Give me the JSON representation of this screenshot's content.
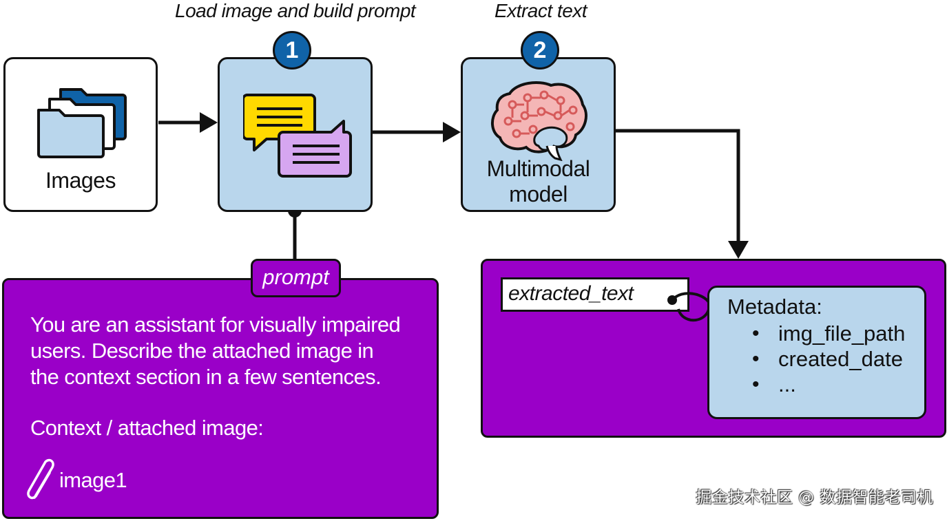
{
  "steps": [
    {
      "number": "1",
      "label": "Load image and build prompt"
    },
    {
      "number": "2",
      "label": "Extract text"
    }
  ],
  "images_box": {
    "label": "Images"
  },
  "model_box": {
    "label_line1": "Multimodal",
    "label_line2": "model"
  },
  "prompt": {
    "tag": "prompt",
    "line1": "You are an assistant for visually impaired",
    "line2": "users. Describe the attached image in",
    "line3": "the context section in a few sentences.",
    "context_label": "Context / attached image:",
    "attachment": "image1"
  },
  "output": {
    "field": "extracted_text",
    "metadata_title": "Metadata:",
    "metadata_items": [
      "img_file_path",
      "created_date",
      "..."
    ]
  },
  "watermark": "掘金技术社区 @ 数据智能老司机",
  "colors": {
    "purple": "#9a00c8",
    "light_blue": "#b9d6ec",
    "badge_blue": "#1063a8",
    "yellow": "#ffd900",
    "lilac": "#d6a6f0"
  },
  "icons": [
    "folder-stack-icon",
    "chat-bubbles-icon",
    "brain-icon",
    "paperclip-icon"
  ]
}
